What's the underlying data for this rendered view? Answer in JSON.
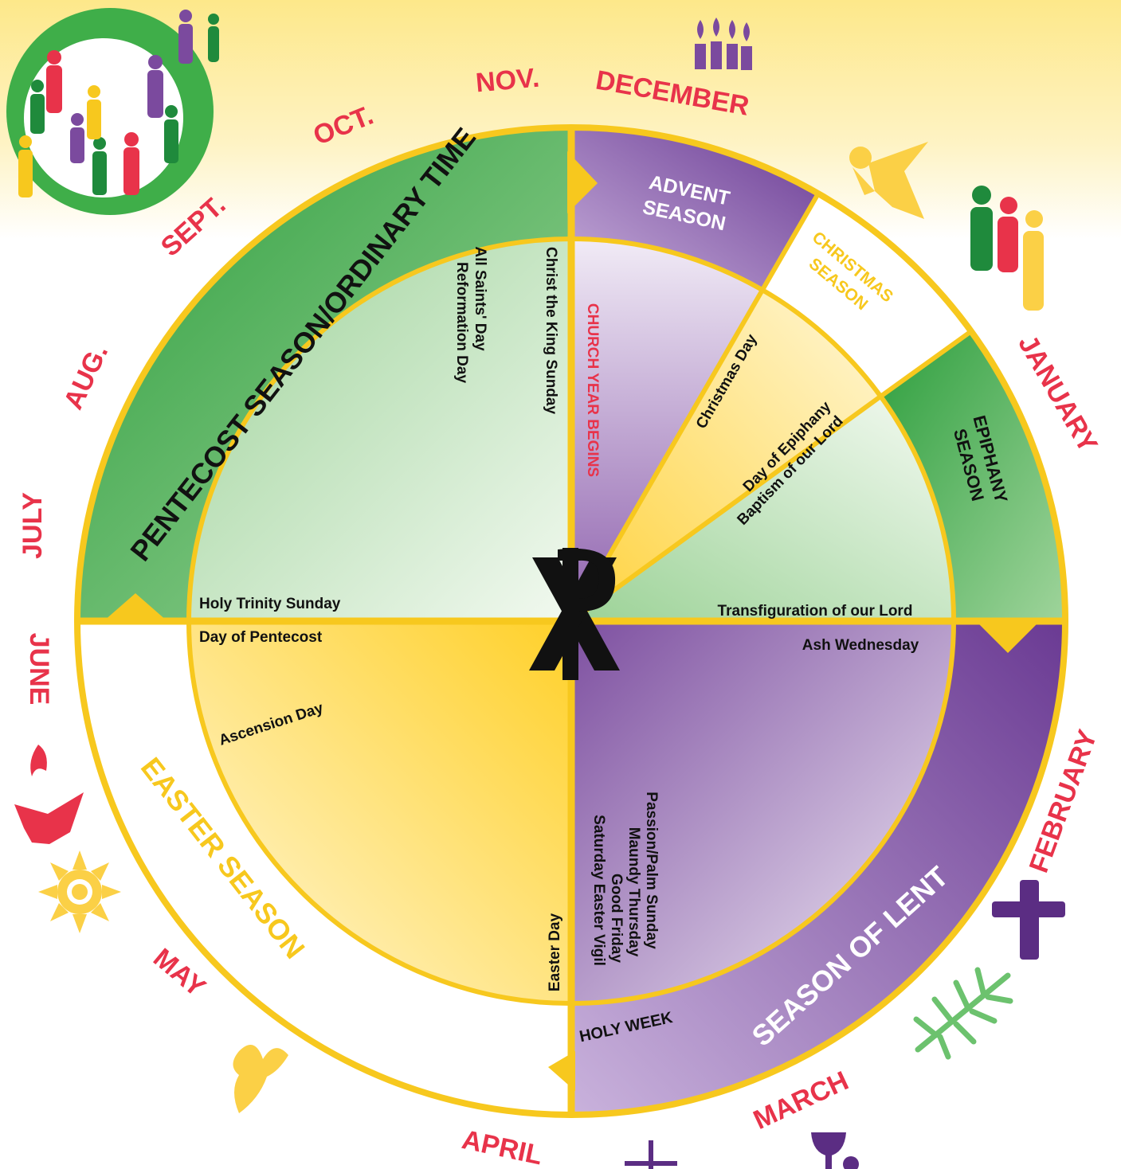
{
  "colors": {
    "green": "#3fae49",
    "green_light": "#e6f3e3",
    "purple": "#7b4a9e",
    "purple_light": "#ece4f2",
    "yellow": "#ffd23f",
    "yellow_light": "#fff4cc",
    "ring": "#f7c81e",
    "red_text": "#e8334a"
  },
  "months": [
    "DECEMBER",
    "JANUARY",
    "FEBRUARY",
    "MARCH",
    "APRIL",
    "MAY",
    "JUNE",
    "JULY",
    "AUG.",
    "SEPT.",
    "OCT.",
    "NOV."
  ],
  "seasons": {
    "advent": "ADVENT SEASON",
    "advent_line1": "ADVENT",
    "advent_line2": "SEASON",
    "christmas_line1": "CHRISTMAS",
    "christmas_line2": "SEASON",
    "epiphany_line1": "EPIPHANY",
    "epiphany_line2": "SEASON",
    "lent": "SEASON OF LENT",
    "holy_week": "HOLY WEEK",
    "easter": "EASTER SEASON",
    "pentecost": "PENTECOST SEASON/ORDINARY TIME"
  },
  "events": {
    "church_year_begins": "CHURCH YEAR BEGINS",
    "christ_the_king": "Christ the King Sunday",
    "all_saints": "All Saints' Day",
    "reformation": "Reformation Day",
    "christmas_day": "Christmas Day",
    "day_of_epiphany": "Day of Epiphany",
    "baptism": "Baptism of our Lord",
    "transfiguration": "Transfiguration of our Lord",
    "ash_wednesday": "Ash Wednesday",
    "passion_palm": "Passion/Palm Sunday",
    "maundy_thursday": "Maundy Thursday",
    "good_friday": "Good Friday",
    "easter_vigil": "Saturday Easter Vigil",
    "easter_day": "Easter Day",
    "ascension": "Ascension Day",
    "day_of_pentecost": "Day of Pentecost",
    "holy_trinity": "Holy Trinity Sunday"
  },
  "center_symbol": "chi-rho",
  "icons": [
    "globe-people-icon",
    "advent-candles-icon",
    "angel-icon",
    "holy-family-icon",
    "cross-icon",
    "palm-branch-icon",
    "chalice-icon",
    "crucifix-icon",
    "lily-icon",
    "sun-icon",
    "dove-icon"
  ]
}
